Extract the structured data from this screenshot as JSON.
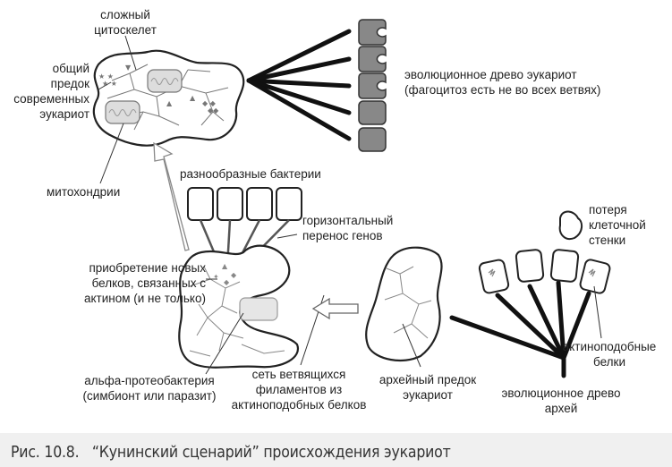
{
  "labels": {
    "complex_cytoskeleton": [
      "сложный",
      "цитоскелет"
    ],
    "common_ancestor": [
      "общий",
      "предок",
      "современных",
      "эукариот"
    ],
    "eukaryote_tree": [
      "эволюционное древо эукариот",
      "(фагоцитоз есть не во всех ветвях)"
    ],
    "mitochondria": "митохондрии",
    "diverse_bacteria": "разнообразные бактерии",
    "horizontal_transfer": [
      "горизонтальный",
      "перенос генов"
    ],
    "new_proteins": [
      "приобретение новых",
      "белков, связанных с",
      "актином (и не только)"
    ],
    "cell_wall_loss": [
      "потеря",
      "клеточной",
      "стенки"
    ],
    "actin_like_proteins": [
      "актиноподобные",
      "белки"
    ],
    "alphaproteobacterium": [
      "альфа-протеобактерия",
      "(симбионт или паразит)"
    ],
    "filament_network": [
      "сеть ветвящихся",
      "филаментов из",
      "актиноподобных белков"
    ],
    "archaeal_ancestor": [
      "архейный предок",
      "эукариот"
    ],
    "archaea_tree": [
      "эволюционное древо",
      "архей"
    ]
  },
  "caption": {
    "number": "Рис. 10.8.",
    "title": "“Кунинский сценарий” происхождения эукариот"
  }
}
